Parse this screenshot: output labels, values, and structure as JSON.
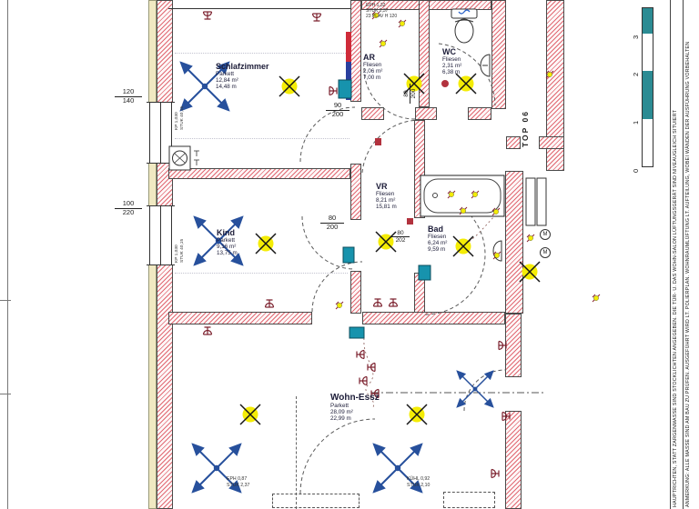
{
  "rooms": [
    {
      "name": "Schlafzimmer",
      "floor": "Parkett",
      "area": "12,84 m²",
      "perimeter": "14,48 m"
    },
    {
      "name": "Kind",
      "floor": "Parkett",
      "area": "9,16 m²",
      "perimeter": "13,75 m"
    },
    {
      "name": "AR",
      "floor": "Fliesen",
      "area": "2,06 m²",
      "perimeter": "7,00 m"
    },
    {
      "name": "WC",
      "floor": "Fliesen",
      "area": "2,31 m²",
      "perimeter": "6,38 m"
    },
    {
      "name": "VR",
      "floor": "Fliesen",
      "area": "8,21 m²",
      "perimeter": "15,81 m"
    },
    {
      "name": "Bad",
      "floor": "Fliesen",
      "area": "6,24 m²",
      "perimeter": "9,59 m"
    },
    {
      "name": "Wohn-Essz",
      "floor": "Parkett",
      "area": "28,09 m²",
      "perimeter": "22,99 m"
    }
  ],
  "unit_label": "TOP 06",
  "windows": [
    {
      "width": "120",
      "height": "140"
    },
    {
      "width": "100",
      "height": "220"
    }
  ],
  "doors": [
    {
      "width": "90",
      "height": "200"
    },
    {
      "width": "80",
      "height": "200"
    },
    {
      "width": "80",
      "height": "202"
    },
    {
      "width": "80",
      "height": "200"
    }
  ],
  "notes": {
    "top": [
      "EPH 1,32",
      "STUK 2,37",
      "23 PLAV H 120"
    ],
    "wall": [
      "KP 1,030",
      "STUK 40,15"
    ],
    "bottom_left": [
      "EPH 0,87",
      "STUK 2,37"
    ],
    "bottom_right": [
      "KÜHL 0,92",
      "STUK 2,10"
    ],
    "motor_label": "M"
  },
  "scalebar": {
    "ticks": [
      "0",
      "1",
      "2",
      "3"
    ]
  },
  "margin_text": {
    "outer": "ANMERKUNG: ALLE MASSE SIND AM BAU ZU PRÜFEN. AUSGEFÜHRT WIRD LT. POLIERPLAN. WOHNRAUMLÜFTUNG LT. AUFTEILUNG, WOBEI WÄNDEN DER AUSFÜHRUNG VORBEHALTEN",
    "inner": "HAUPTRICHTEN, STATT ZARGENMASSE SIND STOCKLICHTEN ANGEGEBEN. DIE TÜR- U. DAS WOHN-SALON LÜFTUNGSGERÄT SIND NIVEAUGLEICH SITUIERT"
  },
  "colors": {
    "hatch_red": "#dc505c",
    "cream": "#f0e9c2",
    "light_yellow": "#f4ec06",
    "arrow_blue": "#27509c",
    "box_teal": "#1793ad",
    "outlet_red": "#7c212e",
    "scale_teal": "#2b8b93",
    "shaft_red": "#cf2b39",
    "shaft_blue": "#2a3f9e"
  }
}
